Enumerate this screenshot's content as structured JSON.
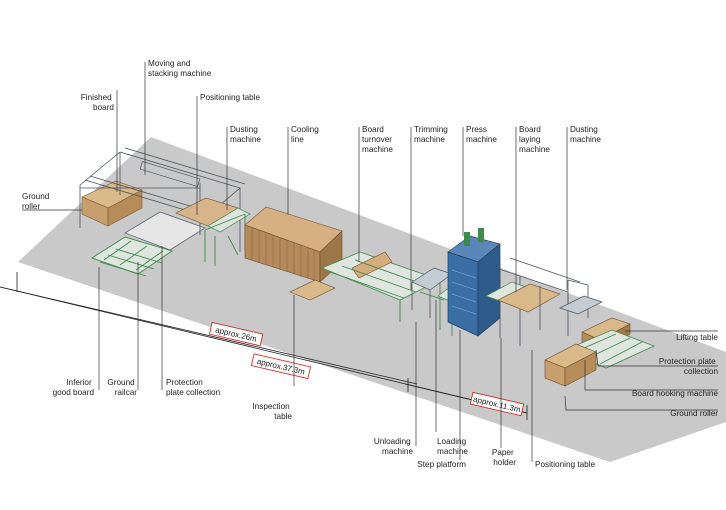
{
  "labels": {
    "moving_stacking": [
      "Moving and",
      "stacking machine"
    ],
    "finished_board": [
      "Finished",
      "board"
    ],
    "positioning_table_top": [
      "Positioning table"
    ],
    "dusting_machine_1": [
      "Dusting",
      "machine"
    ],
    "cooling_line": [
      "Cooling",
      "line"
    ],
    "board_turnover": [
      "Board",
      "turnover",
      "machine"
    ],
    "trimming_machine": [
      "Trimming",
      "machine"
    ],
    "press_machine": [
      "Press",
      "machine"
    ],
    "board_laying": [
      "Board",
      "laying",
      "machine"
    ],
    "dusting_machine_2": [
      "Dusting",
      "machine"
    ],
    "ground_roller_left": [
      "Ground",
      "roller"
    ],
    "lifting_table": [
      "Lifting table"
    ],
    "protection_plate_collection_right": [
      "Protection plate",
      "collection"
    ],
    "board_hooking": [
      "Board hooking machine"
    ],
    "ground_roller_right": [
      "Ground roller"
    ],
    "inferior_good_board": [
      "Inferior",
      "good board"
    ],
    "ground_railcar": [
      "Ground",
      "railcar"
    ],
    "protection_plate_collection_left": [
      "Protection",
      "plate collection"
    ],
    "inspection_table": [
      "Inspection",
      "table"
    ],
    "unloading_machine": [
      "Unloading",
      "machine"
    ],
    "loading_machine": [
      "Loading",
      "machine"
    ],
    "step_platform": [
      "Step platform"
    ],
    "paper_holder": [
      "Paper",
      "holder"
    ],
    "positioning_table_bottom": [
      "Positioning table"
    ]
  },
  "dimensions": {
    "d1": "approx.26m",
    "d2": "approx.37.3m",
    "d3": "approx.11.3m"
  },
  "colors": {
    "floor": "#c9c9c9",
    "dimension_box": "#d0302a",
    "equipment_green": "#3f8a4a",
    "wood": "#c9a77c",
    "press_blue": "#3a6ea5"
  }
}
